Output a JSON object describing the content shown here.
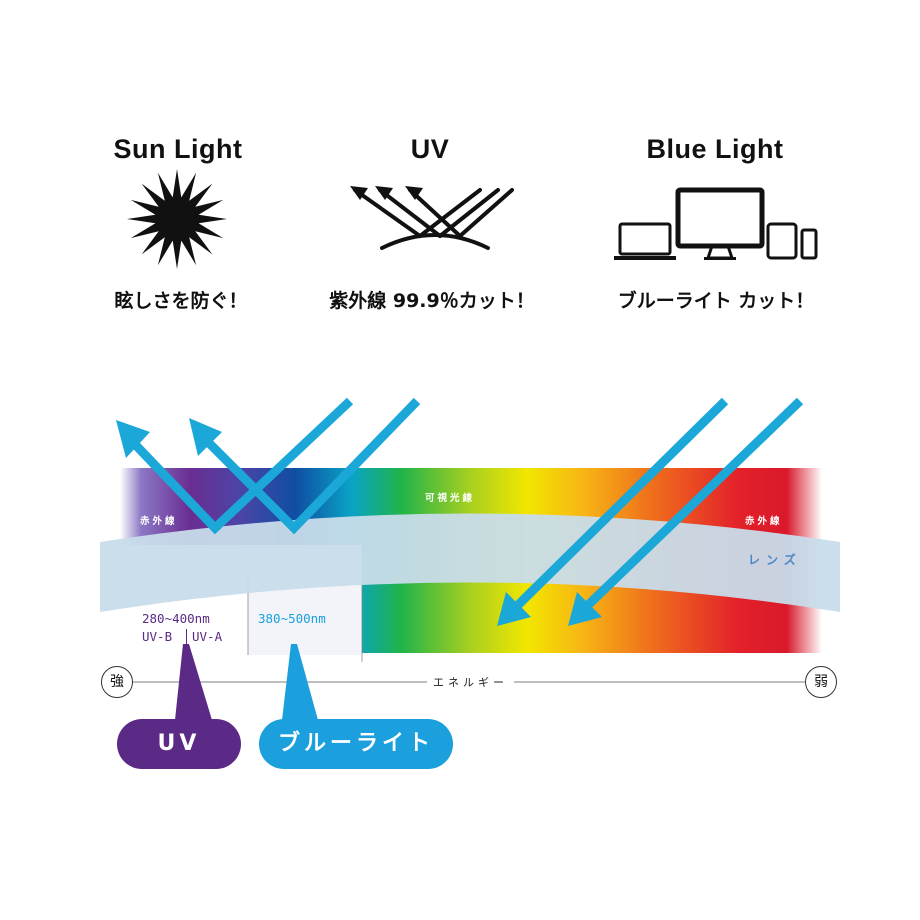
{
  "features": [
    {
      "title": "Sun Light",
      "caption": "眩しさを防ぐ！",
      "icon": "sun-icon"
    },
    {
      "title": "UV",
      "caption": "紫外線 99.9％カット！",
      "icon": "uv-reflection-icon"
    },
    {
      "title": "Blue Light",
      "caption": "ブルーライト カット！",
      "icon": "devices-icon"
    }
  ],
  "spectrum": {
    "visible_label": "可視光線",
    "left_label": "赤外線",
    "right_label": "赤外線",
    "lens_label": "レンズ"
  },
  "ranges": {
    "uv_range": "280~400nm",
    "uv_b": "UV-B",
    "uv_a": "UV-A",
    "blue_range": "380~500nm"
  },
  "energy_axis": {
    "strong": "強",
    "label": "エネルギー",
    "weak": "弱"
  },
  "pills": {
    "uv": "UV",
    "blue": "ブルーライト"
  },
  "colors": {
    "arrow_cyan": "#1ba7d8",
    "uv_purple": "#5a2a86",
    "blue_pill": "#1ba0dd",
    "lens": "#c8dcea"
  }
}
